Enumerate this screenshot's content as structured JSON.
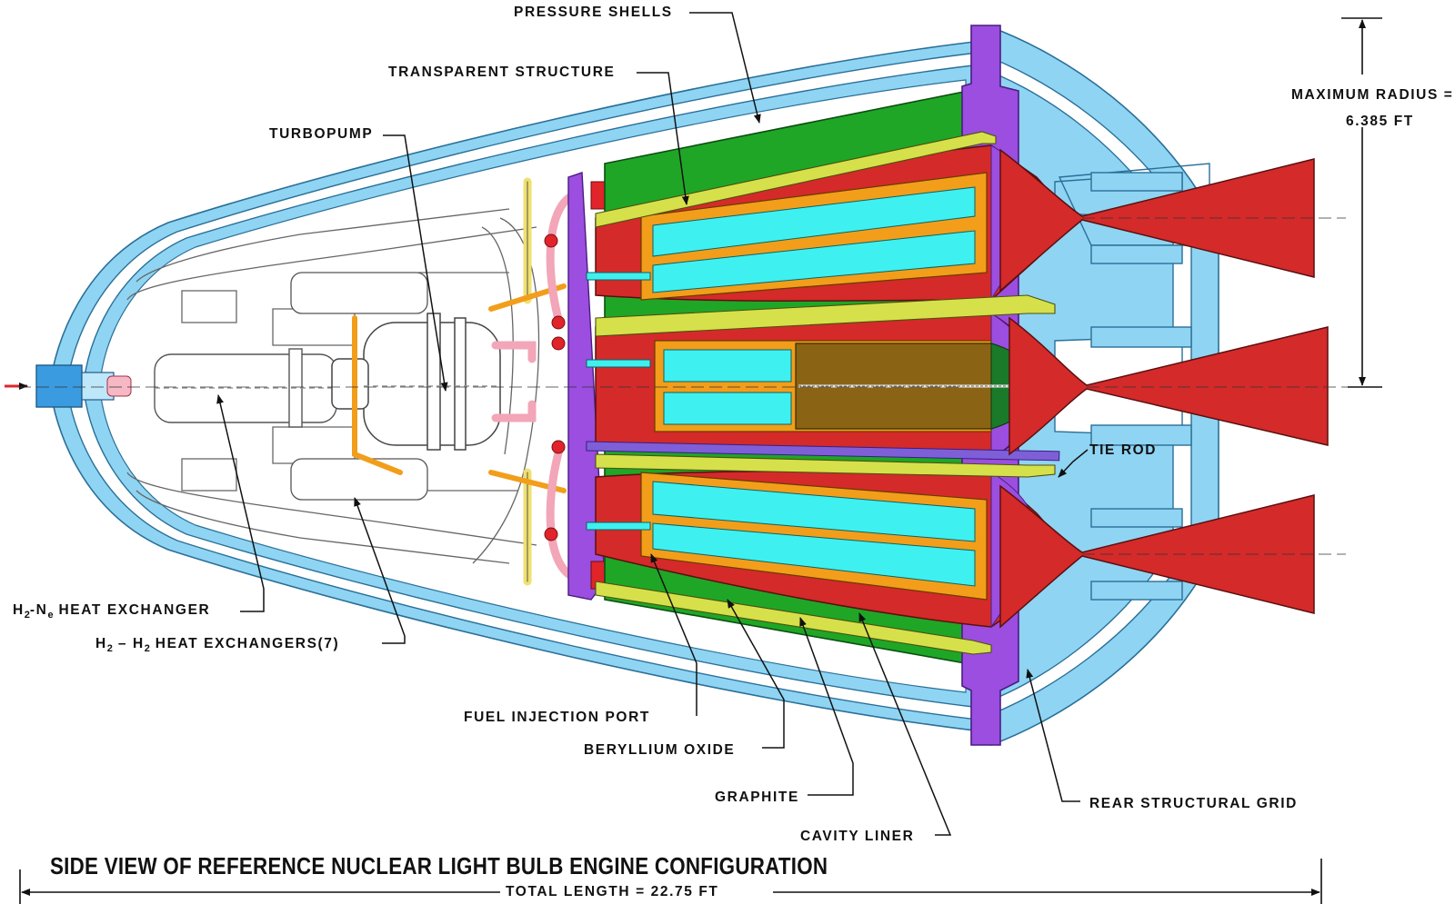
{
  "diagram": {
    "title": "SIDE VIEW OF REFERENCE NUCLEAR LIGHT BULB ENGINE CONFIGURATION",
    "total_length": "TOTAL LENGTH = 22.75 FT",
    "max_radius_line1": "MAXIMUM RADIUS =",
    "max_radius_line2": "6.385 FT",
    "labels": {
      "pressure_shells": "PRESSURE SHELLS",
      "transparent_structure": "TRANSPARENT STRUCTURE",
      "turbopump": "TURBOPUMP",
      "tie_rod": "TIE ROD",
      "h2_ne_hx_prefix": "H",
      "h2_ne_hx_sub1": "2",
      "h2_ne_hx_mid": "-N",
      "h2_ne_hx_sub2": "e",
      "h2_ne_hx_suffix": " HEAT EXCHANGER",
      "h2_h2_hx_prefix": "H",
      "h2_h2_hx_sub1": "2",
      "h2_h2_hx_mid": " – H",
      "h2_h2_hx_sub2": "2",
      "h2_h2_hx_suffix": " HEAT EXCHANGERS(7)",
      "fuel_injection_port": "FUEL INJECTION PORT",
      "beryllium_oxide": "BERYLLIUM OXIDE",
      "graphite": "GRAPHITE",
      "cavity_liner": "CAVITY LINER",
      "rear_structural_grid": "REAR STRUCTURAL GRID"
    },
    "colors": {
      "pressure_shell": "#8fd4f2",
      "graphite": "#1fa626",
      "cavity": "#d42a2a",
      "beryllium_oxide": "#f29e1a",
      "transparent_structure": "#3ff0f0",
      "structural_grid": "#9b4ee0",
      "liner": "#d6e04a",
      "fuel_core": "#8a6414"
    }
  }
}
